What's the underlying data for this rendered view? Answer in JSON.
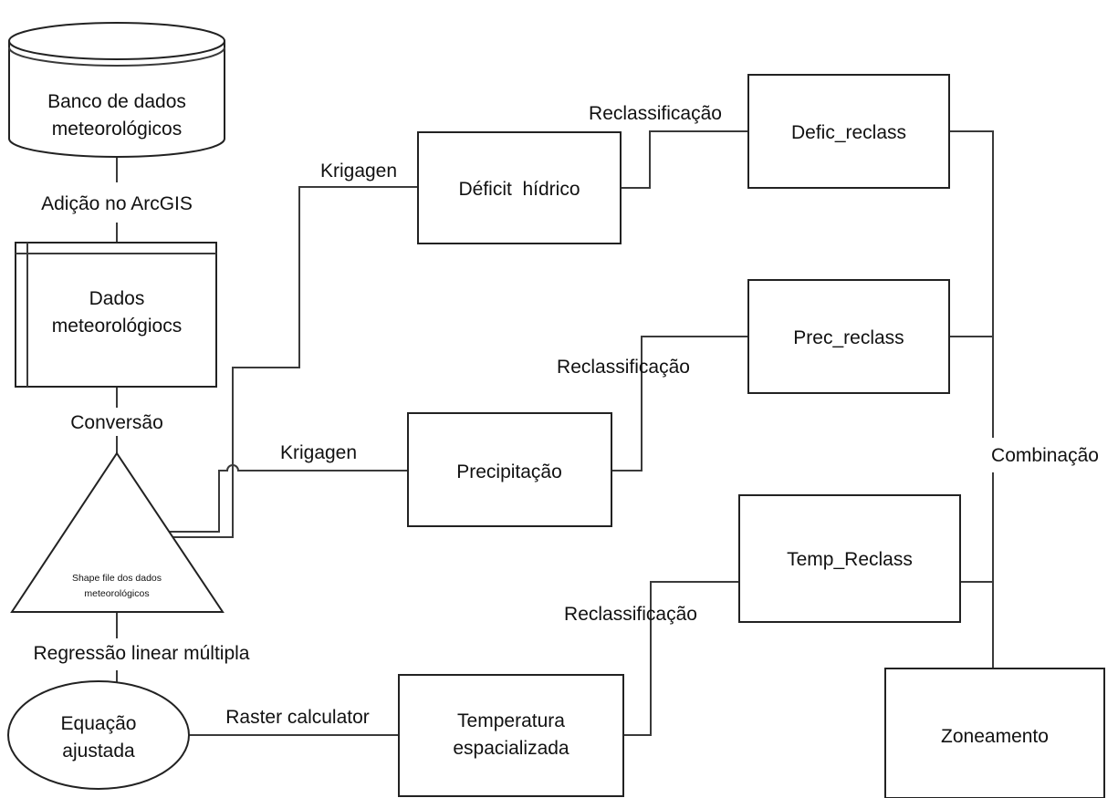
{
  "nodes": {
    "banco": [
      "Banco de dados",
      "meteorológicos"
    ],
    "dados": [
      "Dados",
      "meteorológiocs"
    ],
    "shape": [
      "Shape file dos dados",
      "meteorológicos"
    ],
    "equacao": [
      "Equação",
      "ajustada"
    ],
    "deficit": "Déficit  hídrico",
    "precipitacao": "Precipitação",
    "temperatura": [
      "Temperatura",
      "espacializada"
    ],
    "defic_reclass": "Defic_reclass",
    "prec_reclass": "Prec_reclass",
    "temp_reclass": "Temp_Reclass",
    "zoneamento": "Zoneamento"
  },
  "edge_labels": {
    "adicao": "Adição no ArcGIS",
    "conversao": "Conversão",
    "regressao": "Regressão linear múltipla",
    "raster": "Raster calculator",
    "krigagen_deficit": "Krigagen",
    "krigagen_prec": "Krigagen",
    "reclass_deficit": "Reclassificação",
    "reclass_prec": "Reclassificação",
    "reclass_temp": "Reclassificação",
    "combinacao": "Combinação"
  }
}
